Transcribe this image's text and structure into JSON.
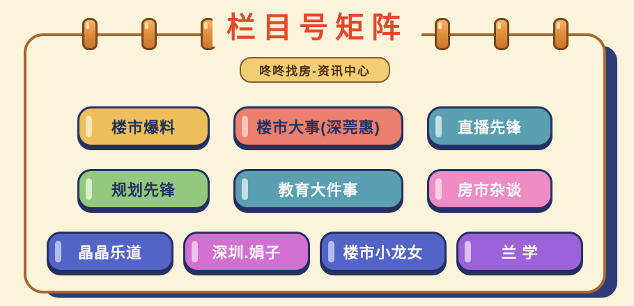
{
  "title": "栏目号矩阵",
  "banner": "咚咚找房-资讯中心",
  "colors": {
    "background": "#fbf3da",
    "page_border": "#a5692e",
    "page_shadow": "#2e3b76",
    "title": "#e04a2c",
    "banner_bg": "#f3cd74",
    "banner_border": "#8a5a2a",
    "banner_text": "#4a2f14",
    "button_border": "#233060"
  },
  "rows": [
    {
      "buttons": [
        {
          "label": "楼市爆料",
          "bg": "#edbe5a",
          "shine": "#f8e7b6",
          "text": "#233060"
        },
        {
          "label": "楼市大事(深莞惠)",
          "bg": "#ec7f6e",
          "shine": "#f8c3b8",
          "text": "#233060"
        },
        {
          "label": "直播先锋",
          "bg": "#5c9fb0",
          "shine": "#c2dfe5",
          "text": "#ffffff"
        }
      ]
    },
    {
      "buttons": [
        {
          "label": "规划先锋",
          "bg": "#93c87e",
          "shine": "#d9eec9",
          "text": "#233060"
        },
        {
          "label": "教育大件事",
          "bg": "#5c9fb0",
          "shine": "#c2dfe5",
          "text": "#ffffff"
        },
        {
          "label": "房市杂谈",
          "bg": "#ef8cc5",
          "shine": "#f9cfe7",
          "text": "#ffffff"
        }
      ]
    },
    {
      "buttons": [
        {
          "label": "晶晶乐道",
          "bg": "#5363c6",
          "shine": "#b3bdec",
          "text": "#ffffff"
        },
        {
          "label": "深圳.娟子",
          "bg": "#d26fd0",
          "shine": "#eec2ed",
          "text": "#ffffff"
        },
        {
          "label": "楼市小龙女",
          "bg": "#5363c6",
          "shine": "#b3bdec",
          "text": "#ffffff"
        },
        {
          "label": "兰 学",
          "bg": "#9c62d8",
          "shine": "#d9c2f1",
          "text": "#ffffff"
        }
      ]
    }
  ]
}
